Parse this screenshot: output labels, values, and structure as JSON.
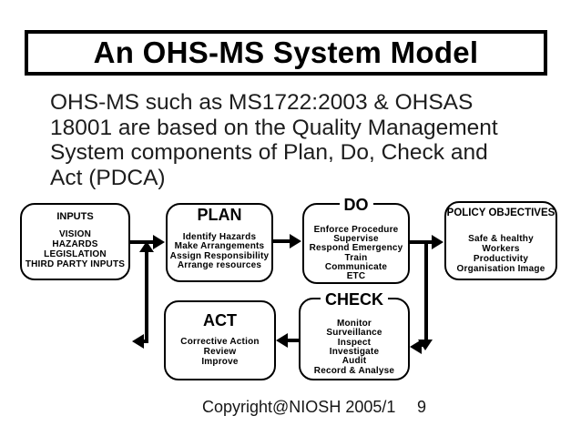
{
  "slide": {
    "title": "An OHS-MS System Model",
    "body_lines": [
      "OHS-MS such as MS1722:2003 & OHSAS",
      "18001 are based on the Quality Management",
      "System components of Plan, Do, Check and",
      "Act (PDCA)"
    ],
    "footer": {
      "copyright": "Copyright@NIOSH 2005/1",
      "page_number": "9"
    }
  },
  "diagram": {
    "boxes": {
      "inputs": {
        "title": "INPUTS",
        "items": [
          "VISION",
          "HAZARDS",
          "LEGISLATION",
          "THIRD PARTY INPUTS"
        ]
      },
      "plan": {
        "title": "PLAN",
        "items": [
          "Identify Hazards",
          "Make Arrangements",
          "Assign Responsibility",
          "Arrange resources"
        ]
      },
      "do": {
        "title": "DO",
        "items": [
          "Enforce Procedure",
          "Supervise",
          "Respond Emergency",
          "Train",
          "Communicate",
          "ETC"
        ]
      },
      "policy_objectives": {
        "title": "POLICY OBJECTIVES",
        "items": [
          "Safe & healthy",
          "Workers",
          "Productivity",
          "Organisation Image"
        ]
      },
      "act": {
        "title": "ACT",
        "items": [
          "Corrective Action",
          "Review",
          "Improve"
        ]
      },
      "check": {
        "title": "CHECK",
        "items": [
          "Monitor",
          "Surveillance",
          "Inspect",
          "Investigate",
          "Audit",
          "Record & Analyse"
        ]
      }
    },
    "connections": [
      "INPUTS to PLAN",
      "PLAN to DO",
      "DO to POLICY OBJECTIVES",
      "DO/POLICY junction down to CHECK",
      "CHECK to ACT",
      "ACT up to PLAN input line"
    ]
  },
  "colors": {
    "background": "#ffffff",
    "text": "#000000",
    "border": "#000000"
  }
}
